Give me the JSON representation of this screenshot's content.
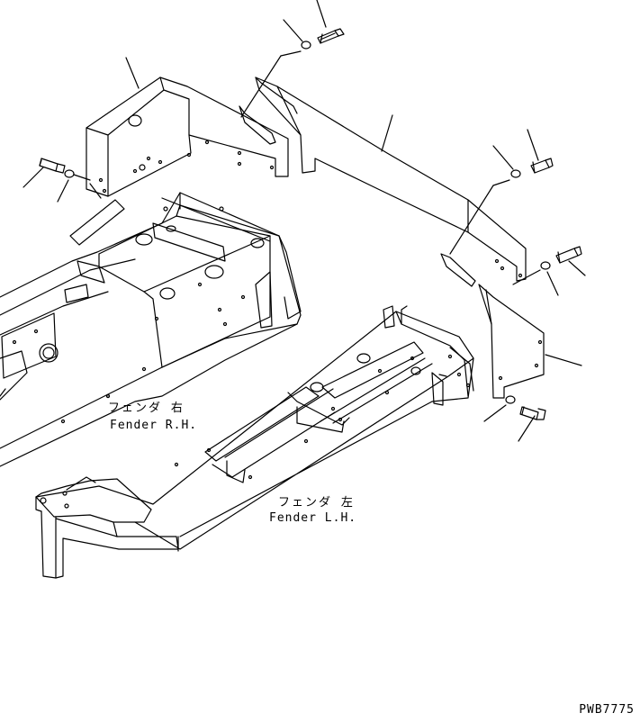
{
  "labels": {
    "fender_rh_jp": "フェンダ 右",
    "fender_rh_en": "Fender R.H.",
    "fender_lh_jp": "フェンダ 左",
    "fender_lh_en": "Fender L.H."
  },
  "drawing_code": "PWB7775",
  "stroke_color": "#000000"
}
